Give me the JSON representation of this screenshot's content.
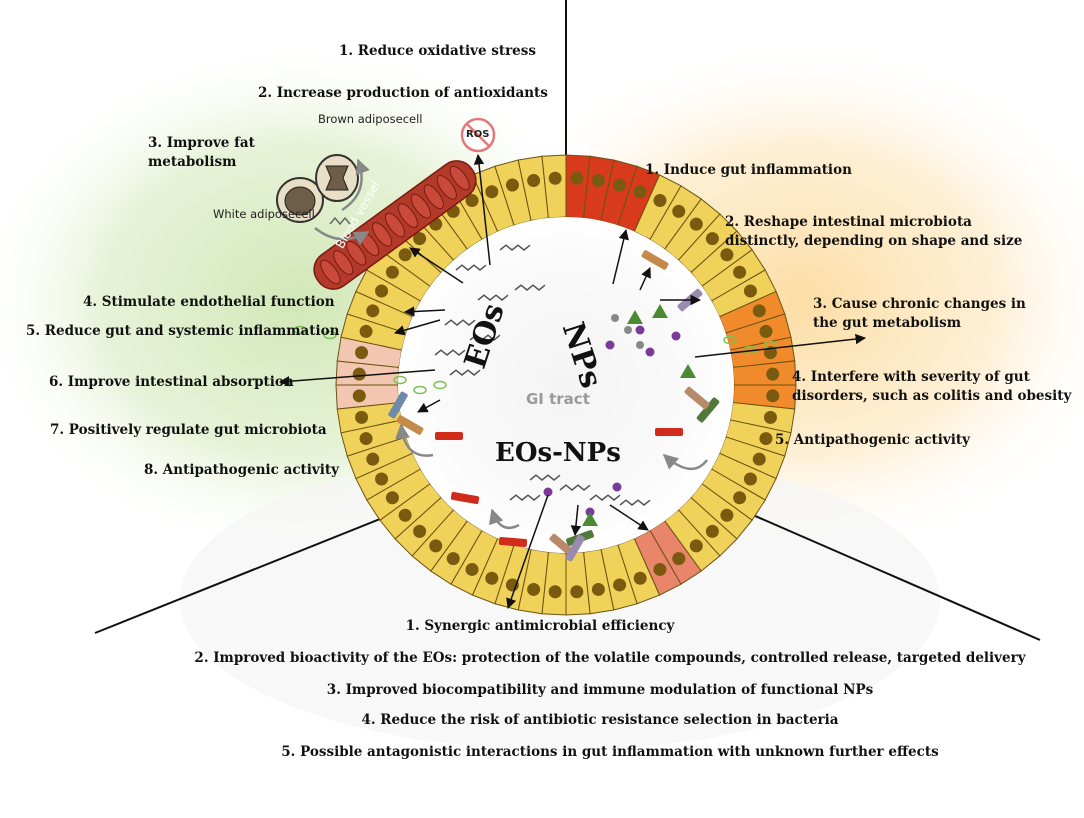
{
  "center": {
    "gi_tract": "GI tract",
    "eos": "EOs",
    "nps": "NPs",
    "eos_nps": "EOs-NPs"
  },
  "eos_effects": [
    "1. Reduce oxidative stress",
    "2. Increase production  of antioxidants",
    "3. Improve fat\nmetabolism",
    "4. Stimulate  endothelial function",
    "5. Reduce gut and systemic inflammation",
    "6. Improve intestinal absorption",
    "7. Positively regulate gut microbiota",
    "8. Antipathogenic  activity"
  ],
  "fat_labels": {
    "brown": "Brown\nadiposecell",
    "white": "White\nadiposecell",
    "vessel": "Blood vessel",
    "ros": "ROS"
  },
  "nps_effects": [
    "1. Induce gut inflammation",
    "2. Reshape intestinal microbiota\ndistinctly,  depending on shape and size",
    "3. Cause chronic changes in\nthe gut metabolism",
    "4. Interfere with  severity of gut\ndisorders,  such as colitis and obesity",
    "5. Antipathogenic  activity"
  ],
  "combo_effects": [
    "1. Synergic antimicrobial  efficiency",
    "2. Improved bioactivity of the EOs: protection of the volatile compounds,  controlled release, targeted delivery",
    "3. Improved biocompatibility  and immune modulation of functional NPs",
    "4. Reduce the risk of antibiotic  resistance selection in bacteria",
    "5. Possible antagonistic interactions  in gut inflammation  with  unknown  further effects"
  ],
  "colors": {
    "eos_glow": "#cfe6b4",
    "nps_glow": "#fcdca0",
    "cell": "#f0d15a",
    "nucleus": "#7a5a0f",
    "inflamed": "#d83a1c",
    "bacteria_red": "#d12b1b",
    "triangle": "#4a8a32",
    "dot": "#7a3a9a",
    "crescent": "#d8762e"
  }
}
